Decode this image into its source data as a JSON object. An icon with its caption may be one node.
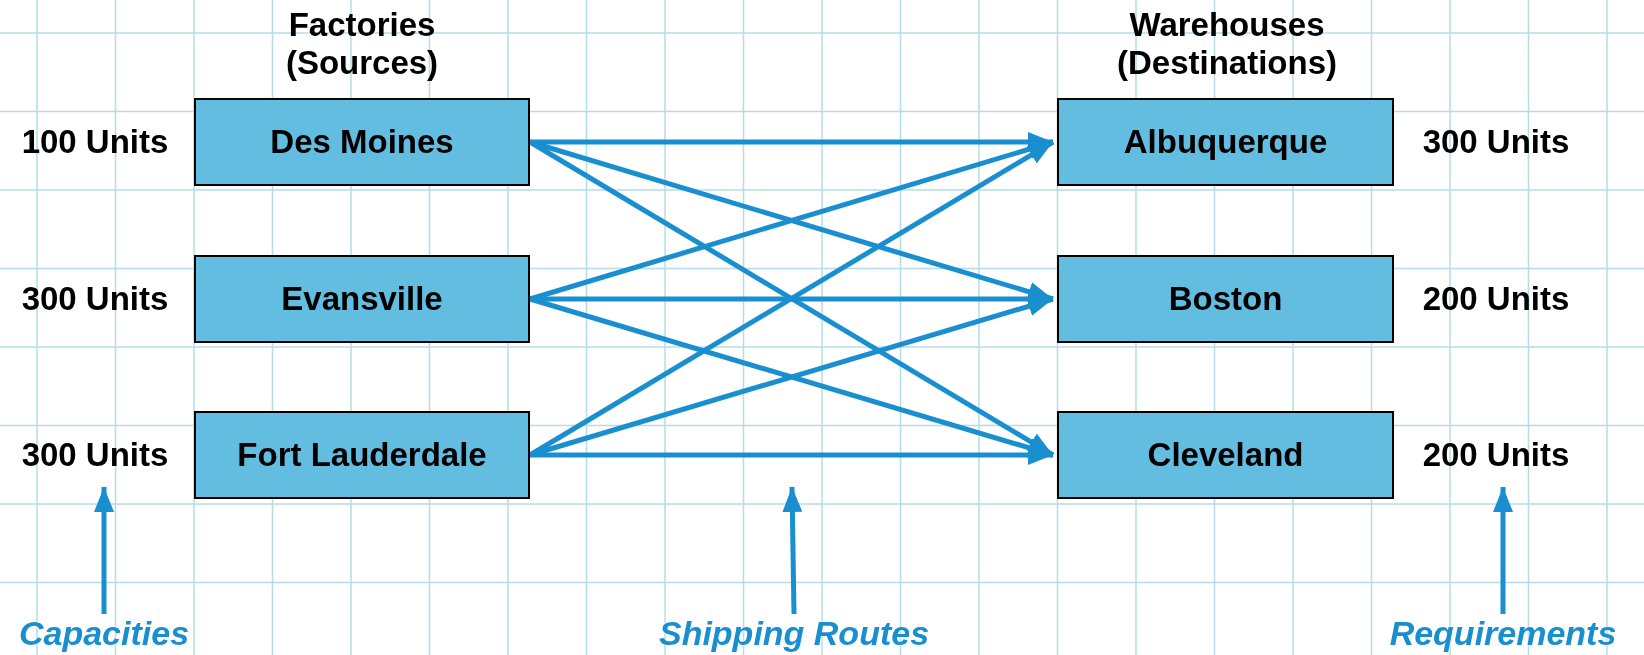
{
  "diagram": {
    "nodes": [
      {
        "text": [
          "Des Moines"
        ],
        "beside": [
          "100 Units"
        ]
      },
      {
        "text": [
          "Evansville"
        ],
        "beside": [
          "300 Units"
        ]
      },
      {
        "text": [
          "Fort Lauderdale"
        ],
        "beside": [
          "300 Units"
        ]
      },
      {
        "text": [
          "Albuquerque"
        ],
        "beside": [
          "300 Units"
        ]
      },
      {
        "text": [
          "Boston"
        ],
        "beside": [
          "200 Units"
        ]
      },
      {
        "text": [
          "Cleveland"
        ],
        "beside": [
          "200 Units"
        ]
      },
      {
        "text": [
          "Capacities"
        ]
      },
      {
        "text": [
          "Shipping Routes"
        ]
      },
      {
        "text": [
          "Requirements"
        ]
      }
    ],
    "edges": [
      {
        "from": 0,
        "to": 3,
        "arrow": "to"
      },
      {
        "from": 0,
        "to": 4,
        "arrow": "to"
      },
      {
        "from": 0,
        "to": 5,
        "arrow": "to"
      },
      {
        "from": 1,
        "to": 3,
        "arrow": "to"
      },
      {
        "from": 1,
        "to": 4,
        "arrow": "to"
      },
      {
        "from": 1,
        "to": 5,
        "arrow": "to"
      },
      {
        "from": 2,
        "to": 3,
        "arrow": "to"
      },
      {
        "from": 2,
        "to": 4,
        "arrow": "to"
      },
      {
        "from": 2,
        "to": 5,
        "arrow": "to"
      },
      {
        "from": 6,
        "to": 2,
        "arrow": "to"
      },
      {
        "from": 7,
        "to": null,
        "arrow": "to"
      },
      {
        "from": 8,
        "to": 5,
        "arrow": "to"
      }
    ],
    "labels": [
      "Factories (Sources)",
      "Warehouses (Destinations)"
    ]
  }
}
